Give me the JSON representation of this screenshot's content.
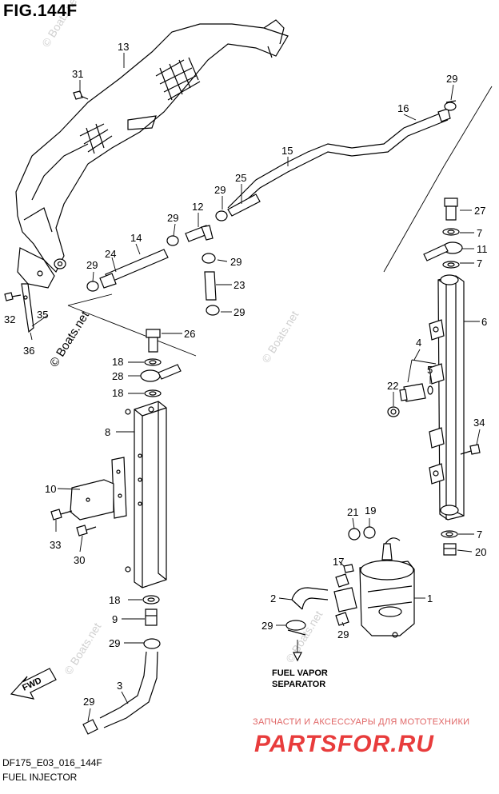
{
  "figure": {
    "title": "FIG.144F",
    "model_code": "DF175_E03_016_144F",
    "name": "FUEL INJECTOR"
  },
  "note_lines": [
    "FUEL VAPOR",
    "SEPARATOR"
  ],
  "watermarks": [
    "© Boats.net",
    "© Boats.net",
    "© Boats.net",
    "© Boats.net",
    "© Boats.net"
  ],
  "brand": {
    "tagline": "ЗАПЧАСТИ И АКСЕССУАРЫ ДЛЯ МОТОТЕХНИКИ",
    "name": "PARTSFOR.RU",
    "color": "#e83c3c"
  },
  "fwd_label": "FWD",
  "callouts": [
    "13",
    "31",
    "29",
    "16",
    "15",
    "25",
    "29",
    "12",
    "29",
    "14",
    "24",
    "29",
    "29",
    "23",
    "29",
    "27",
    "7",
    "11",
    "7",
    "6",
    "26",
    "18",
    "28",
    "18",
    "4",
    "5",
    "22",
    "34",
    "8",
    "10",
    "33",
    "30",
    "21",
    "19",
    "7",
    "20",
    "17",
    "2",
    "1",
    "18",
    "9",
    "29",
    "29",
    "29",
    "3"
  ]
}
